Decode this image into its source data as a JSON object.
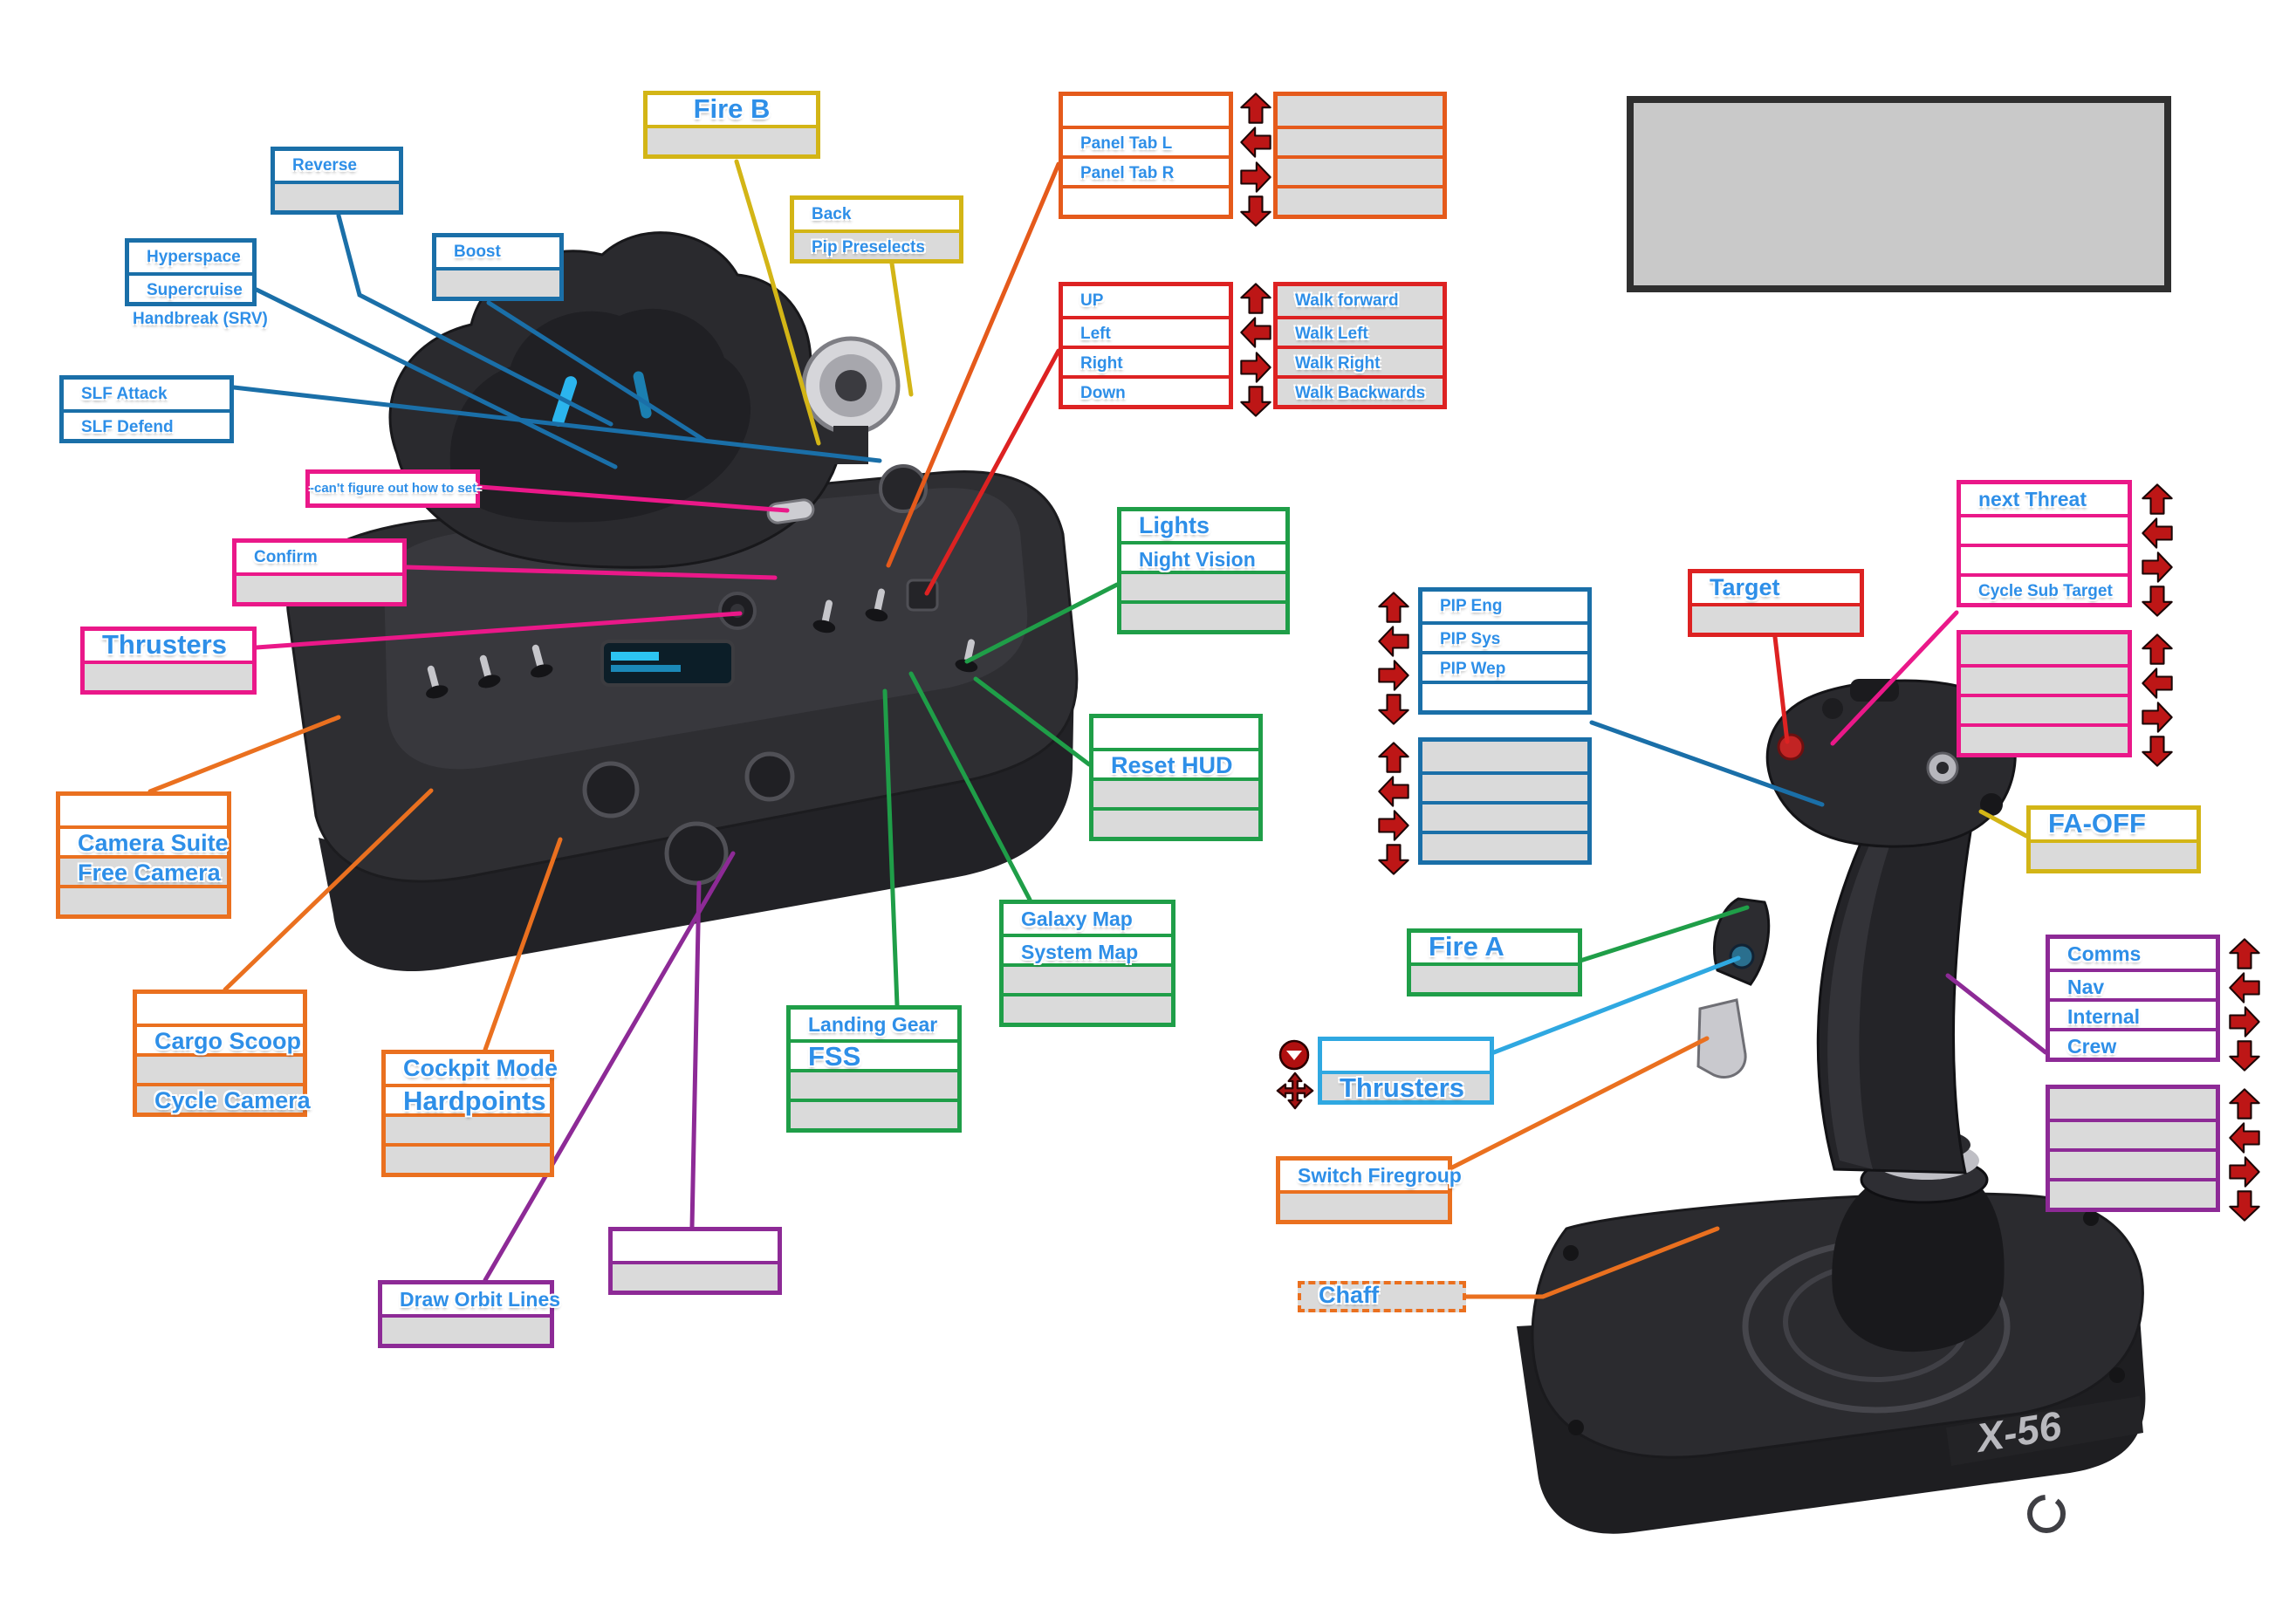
{
  "title_note": "X-56 HOTAS binding diagram",
  "colors": {
    "blue": "#1a6fa8",
    "light_blue": "#2fa8e1",
    "yellow": "#d3b516",
    "orange": "#ea701f",
    "vermilion": "#e55a1b",
    "red": "#dd2222",
    "pink": "#ea1889",
    "purple": "#8d2a96",
    "green": "#1f9e48",
    "arrow_red": "#bd1616",
    "label_blue": "#2e8fe8",
    "row_gray": "#dadada"
  },
  "icons": {
    "arrow_up": "block-arrow-up",
    "arrow_left": "block-arrow-left",
    "arrow_right": "block-arrow-right",
    "arrow_down": "block-arrow-down",
    "push_down": "red-circle-push-down",
    "four_way": "four-way-arrows",
    "logitech_g": "logitech-g-logo"
  },
  "device_labels": {
    "stick_logo": "X-56"
  },
  "callouts": {
    "reverse": {
      "rows": [
        "Reverse",
        ""
      ]
    },
    "hyperspace": {
      "rows": [
        "Hyperspace",
        "Supercruise"
      ],
      "footer": "Handbreak  (SRV)"
    },
    "boost": {
      "rows": [
        "Boost",
        ""
      ]
    },
    "slf": {
      "rows": [
        "SLF Attack",
        "SLF Defend"
      ]
    },
    "fire_b": {
      "rows": [
        "Fire B",
        ""
      ]
    },
    "back": {
      "rows": [
        "Back",
        "Pip Preselects"
      ]
    },
    "panel": {
      "rows": [
        "",
        "Panel Tab L",
        "Panel Tab R",
        ""
      ]
    },
    "panel_out": {
      "rows": [
        "",
        "",
        "",
        ""
      ]
    },
    "move": {
      "rows": [
        "UP",
        "Left",
        "Right",
        "Down"
      ]
    },
    "walk": {
      "rows": [
        "Walk forward",
        "Walk Left",
        "Walk Right",
        "Walk Backwards"
      ]
    },
    "cant_set": {
      "label": "-can't figure out how to set-"
    },
    "confirm": {
      "rows": [
        "Confirm",
        ""
      ]
    },
    "thrusters_left": {
      "rows": [
        "Thrusters",
        ""
      ]
    },
    "camera": {
      "rows": [
        "",
        "Camera Suite",
        "Free Camera",
        ""
      ]
    },
    "cargo": {
      "rows": [
        "",
        "Cargo Scoop",
        "",
        "Cycle Camera"
      ]
    },
    "cockpit": {
      "rows": [
        "Cockpit Mode",
        "Hardpoints",
        "",
        ""
      ]
    },
    "draw_orbit": {
      "rows": [
        "Draw Orbit Lines",
        ""
      ]
    },
    "spare_left": {
      "rows": [
        "",
        ""
      ]
    },
    "lights": {
      "rows": [
        "Lights",
        "Night Vision",
        "",
        ""
      ]
    },
    "reset_hud": {
      "rows": [
        "",
        "Reset HUD",
        "",
        ""
      ]
    },
    "maps": {
      "rows": [
        "Galaxy Map",
        "System Map",
        "",
        ""
      ]
    },
    "landing": {
      "rows": [
        "Landing Gear",
        "FSS",
        "",
        ""
      ]
    },
    "pip": {
      "rows": [
        "PIP Eng",
        "PIP Sys",
        "PIP Wep",
        ""
      ]
    },
    "pip_out": {
      "rows": [
        "",
        "",
        "",
        ""
      ]
    },
    "target": {
      "rows": [
        "Target",
        ""
      ]
    },
    "next_threat": {
      "rows": [
        "next Threat",
        "",
        "",
        "Cycle Sub Target"
      ]
    },
    "threat_out": {
      "rows": [
        "",
        "",
        "",
        ""
      ]
    },
    "fa_off": {
      "rows": [
        "FA-OFF",
        ""
      ]
    },
    "fire_a": {
      "rows": [
        "Fire A",
        ""
      ]
    },
    "thrusters_right": {
      "rows": [
        "",
        "Thrusters"
      ]
    },
    "switch_firegroup": {
      "rows": [
        "Switch Firegroup",
        ""
      ]
    },
    "chaff": {
      "label": "Chaff"
    },
    "comms": {
      "rows": [
        "Comms",
        "Nav",
        "Internal",
        "Crew"
      ]
    },
    "comms_out": {
      "rows": [
        "",
        "",
        "",
        ""
      ]
    }
  }
}
